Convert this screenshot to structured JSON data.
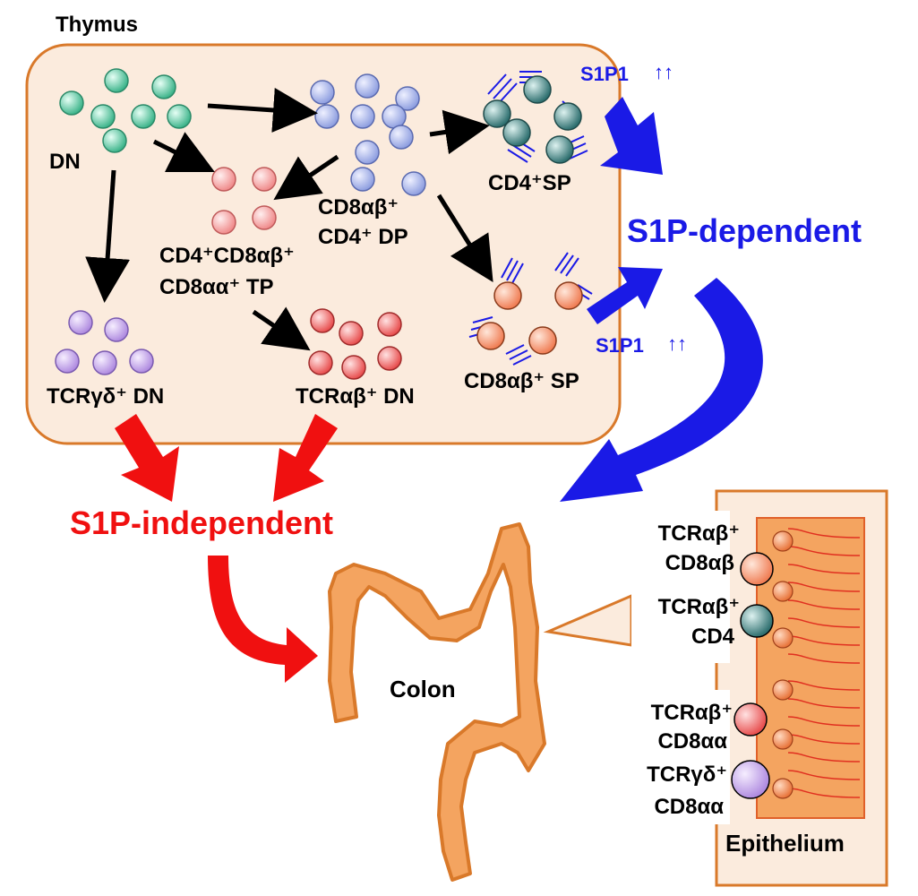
{
  "thymus": {
    "title": "Thymus",
    "dn_label": "DN",
    "dp_label_line1": "CD8αβ⁺",
    "dp_label_line2": "CD4⁺ DP",
    "tp_label_line1": "CD4⁺CD8αβ⁺",
    "tp_label_line2": "CD8αα⁺ TP",
    "cd4sp_label": "CD4⁺SP",
    "cd8sp_label": "CD8αβ⁺ SP",
    "gd_dn_label": "TCRγδ⁺ DN",
    "ab_dn_label": "TCRαβ⁺ DN"
  },
  "s1p1_top": "S1P1",
  "s1p1_bottom": "S1P1",
  "s1p1_arrows_glyph": "↑↑",
  "s1p_dependent": "S1P-dependent",
  "s1p_independent": "S1P-independent",
  "colon_label": "Colon",
  "epithelium": {
    "title": "Epithelium",
    "cells": [
      {
        "line1": "TCRαβ⁺",
        "line2": "CD8αβ"
      },
      {
        "line1": "TCRαβ⁺",
        "line2": "CD4"
      },
      {
        "line1": "TCRαβ⁺",
        "line2": "CD8αα"
      },
      {
        "line1": "TCRγδ⁺",
        "line2": "CD8αα"
      }
    ]
  },
  "colors": {
    "thymus_fill": "#FBEBDD",
    "thymus_border": "#D9792A",
    "dn_cell": "#3FB58C",
    "dp_cell": "#8F9FE0",
    "tp_cell": "#F08C8C",
    "cd4sp_cell": "#2F7070",
    "cd8sp_cell": "#F07E55",
    "gd_cell": "#B08CE0",
    "ab_dn_cell": "#E85050",
    "s1p_dependent": "#1A1AE6",
    "s1p_independent": "#F01010",
    "colon_fill": "#F4A460",
    "colon_border": "#D9792A"
  }
}
